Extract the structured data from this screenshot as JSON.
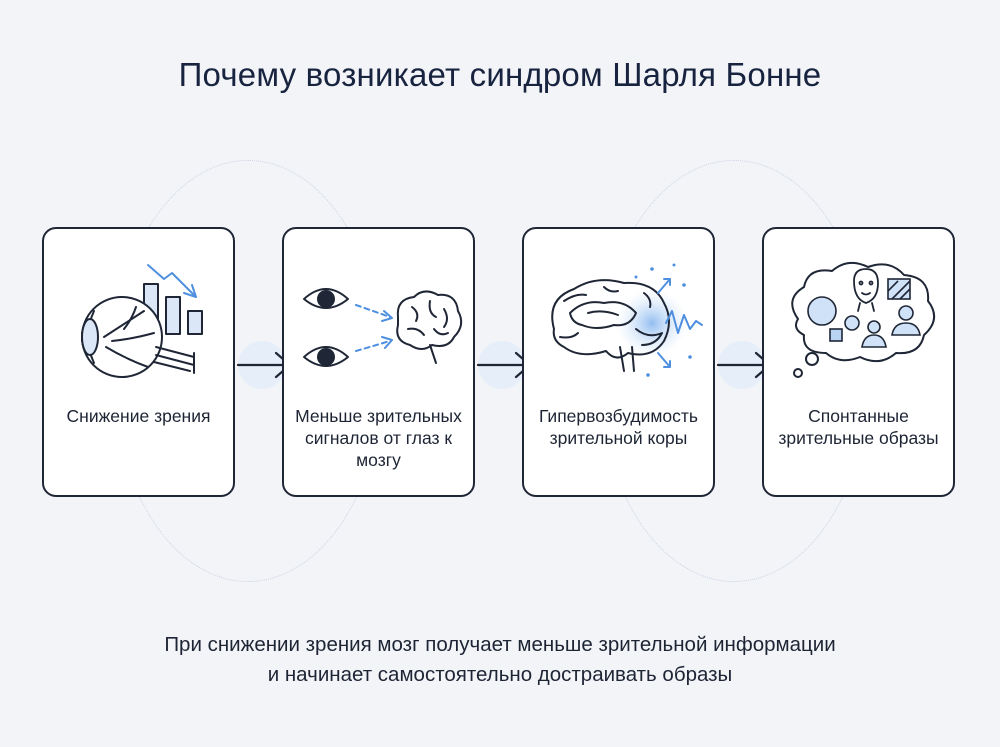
{
  "title": "Почему возникает синдром Шарля Бонне",
  "steps": [
    {
      "label": "Снижение зрения",
      "icon": "eye-declining-chart-icon"
    },
    {
      "label": "Меньше зрительных сигналов от глаз к мозгу",
      "icon": "eyes-to-brain-icon"
    },
    {
      "label": "Гипервозбудимость зрительной коры",
      "icon": "brain-visual-cortex-icon"
    },
    {
      "label": "Спонтанные зрительные образы",
      "icon": "thought-bubble-images-icon"
    }
  ],
  "caption": {
    "line1": "При снижении зрения мозг получает меньше зрительной информации",
    "line2": "и начинает самостоятельно достраивать образы"
  },
  "colors": {
    "dark": "#1f2636",
    "accent": "#4f8fe0",
    "accent_light": "#cfe2f8",
    "background": "#f3f4f8"
  }
}
